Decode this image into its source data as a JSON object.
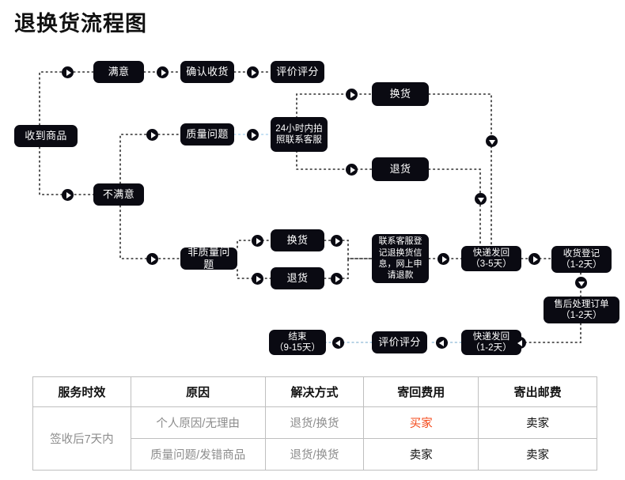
{
  "title": "退换货流程图",
  "colors": {
    "node_bg": "#0a0a12",
    "node_text": "#ffffff",
    "wire": "#2b2b2b",
    "wire_blue": "#bcdcf2",
    "table_border": "#bfbfbf",
    "accent": "#f4491a"
  },
  "flow": {
    "nodes": [
      {
        "id": "receive",
        "label": "收到商品"
      },
      {
        "id": "satisfied",
        "label": "满意"
      },
      {
        "id": "confirm",
        "label": "确认收货"
      },
      {
        "id": "rate-top",
        "label": "评价评分"
      },
      {
        "id": "unsatisfied",
        "label": "不满意"
      },
      {
        "id": "quality",
        "label": "质量问题"
      },
      {
        "id": "photo-24h",
        "label": "24小时内拍\n照联系客服"
      },
      {
        "id": "exchange-top",
        "label": "换货"
      },
      {
        "id": "return-top",
        "label": "退货"
      },
      {
        "id": "non-quality",
        "label": "非质量问题"
      },
      {
        "id": "exchange-bot",
        "label": "换货"
      },
      {
        "id": "return-bot",
        "label": "退货"
      },
      {
        "id": "contact-cs",
        "label": "联系客服登\n记退换货信\n息，网上申\n请退款"
      },
      {
        "id": "ship-back-35",
        "label": "快递发回\n（3-5天）"
      },
      {
        "id": "receipt-log",
        "label": "收货登记\n（1-2天）"
      },
      {
        "id": "aftersale",
        "label": "售后处理订单\n（1-2天）"
      },
      {
        "id": "ship-out-12",
        "label": "快递发回\n（1-2天）"
      },
      {
        "id": "rate-bottom",
        "label": "评价评分"
      },
      {
        "id": "finish",
        "label": "结束\n（9-15天）"
      }
    ]
  },
  "table": {
    "headers": [
      "服务时效",
      "原因",
      "解决方式",
      "寄回费用",
      "寄出邮费"
    ],
    "timeframe": "签收后7天内",
    "rows": [
      {
        "reason": "个人原因/无理由",
        "solution": "退货/换货",
        "return_fee": "买家",
        "return_fee_accent": true,
        "ship_fee": "卖家"
      },
      {
        "reason": "质量问题/发错商品",
        "solution": "退货/换货",
        "return_fee": "卖家",
        "return_fee_accent": false,
        "ship_fee": "卖家"
      }
    ]
  }
}
